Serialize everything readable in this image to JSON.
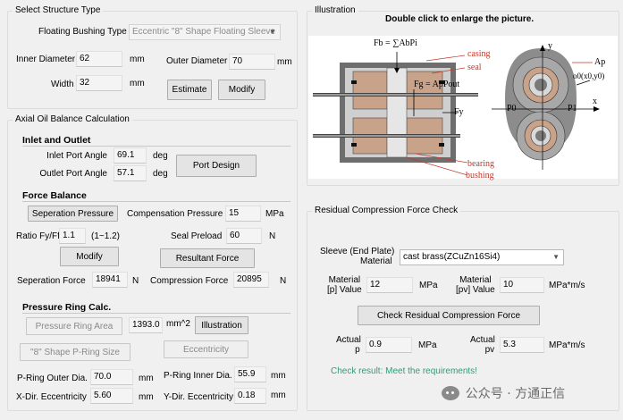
{
  "select_structure": {
    "title": "Select Structure Type",
    "bushing_label": "Floating Bushing Type",
    "bushing_value": "Eccentric \"8\" Shape Floating Sleeve",
    "inner_dia_label": "Inner Diameter",
    "inner_dia_value": "62",
    "inner_dia_unit": "mm",
    "outer_dia_label": "Outer Diameter",
    "outer_dia_value": "70",
    "outer_dia_unit": "mm",
    "width_label": "Width",
    "width_value": "32",
    "width_unit": "mm",
    "estimate_btn": "Estimate",
    "modify_btn": "Modify"
  },
  "axial": {
    "title": "Axial Oil Balance Calculation",
    "inlet_outlet_title": "Inlet and Outlet",
    "inlet_label": "Inlet Port Angle",
    "inlet_value": "69.1",
    "inlet_unit": "deg",
    "outlet_label": "Outlet Port Angle",
    "outlet_value": "57.1",
    "outlet_unit": "deg",
    "port_design_btn": "Port Design",
    "force_balance_title": "Force Balance",
    "sep_pressure_btn": "Seperation Pressure",
    "comp_pressure_label": "Compensation Pressure",
    "comp_pressure_value": "15",
    "comp_pressure_unit": "MPa",
    "ratio_label": "Ratio Fy/Ff",
    "ratio_value": "1.1",
    "ratio_range": "(1~1.2)",
    "seal_preload_label": "Seal Preload",
    "seal_preload_value": "60",
    "seal_preload_unit": "N",
    "modify_btn": "Modify",
    "resultant_btn": "Resultant Force",
    "sep_force_label": "Seperation Force",
    "sep_force_value": "18941",
    "sep_force_unit": "N",
    "comp_force_label": "Compression Force",
    "comp_force_value": "20895",
    "comp_force_unit": "N",
    "pressure_ring_title": "Pressure Ring Calc.",
    "pressure_ring_area_btn": "Pressure Ring Area",
    "area_value": "1393.0",
    "area_unit": "mm^2",
    "illustration_btn": "Illustration",
    "pring_size_btn": "\"8\" Shape P-Ring Size",
    "eccentricity_btn": "Eccentricity",
    "pring_outer_label": "P-Ring Outer Dia.",
    "pring_outer_value": "70.0",
    "pring_outer_unit": "mm",
    "pring_inner_label": "P-Ring Inner Dia.",
    "pring_inner_value": "55.9",
    "pring_inner_unit": "mm",
    "xdir_label": "X-Dir. Eccentricity",
    "xdir_value": "5.60",
    "xdir_unit": "mm",
    "ydir_label": "Y-Dir. Eccentricity",
    "ydir_value": "0.18",
    "ydir_unit": "mm"
  },
  "illustration": {
    "title": "Illustration",
    "hint": "Double click to enlarge the picture.",
    "labels": {
      "fb": "Fb = ∑AbPi",
      "casing": "casing",
      "seal": "seal",
      "fg": "Fg = ApPout",
      "fy": "Fy",
      "bearing": "bearing",
      "bushing": "bushing",
      "y": "y",
      "x": "x",
      "ap": "Ap",
      "o0": "o0(x0,y0)",
      "p0": "P0",
      "p1": "P1"
    }
  },
  "residual": {
    "title": "Residual Compression Force Check",
    "sleeve_label_1": "Sleeve (End Plate)",
    "sleeve_label_2": "Material",
    "sleeve_value": "cast brass(ZCuZn16Si4)",
    "p_label_1": "Material",
    "p_label_2": "[p] Value",
    "p_value": "12",
    "p_unit": "MPa",
    "pv_label_1": "Material",
    "pv_label_2": "[pv] Value",
    "pv_value": "10",
    "pv_unit": "MPa*m/s",
    "check_btn": "Check Residual Compression Force",
    "actual_p_label_1": "Actual",
    "actual_p_label_2": "p",
    "actual_p_value": "0.9",
    "actual_p_unit": "MPa",
    "actual_pv_label_1": "Actual",
    "actual_pv_label_2": "pv",
    "actual_pv_value": "5.3",
    "actual_pv_unit": "MPa*m/s",
    "result": "Check result: Meet the requirements!"
  },
  "watermark": "公众号 · 方通正信",
  "colors": {
    "result_text": "#2f9e74",
    "bushing_fill": "#c9a28a",
    "casing_fill": "#8c8c8c",
    "label_red": "#c0392b"
  }
}
